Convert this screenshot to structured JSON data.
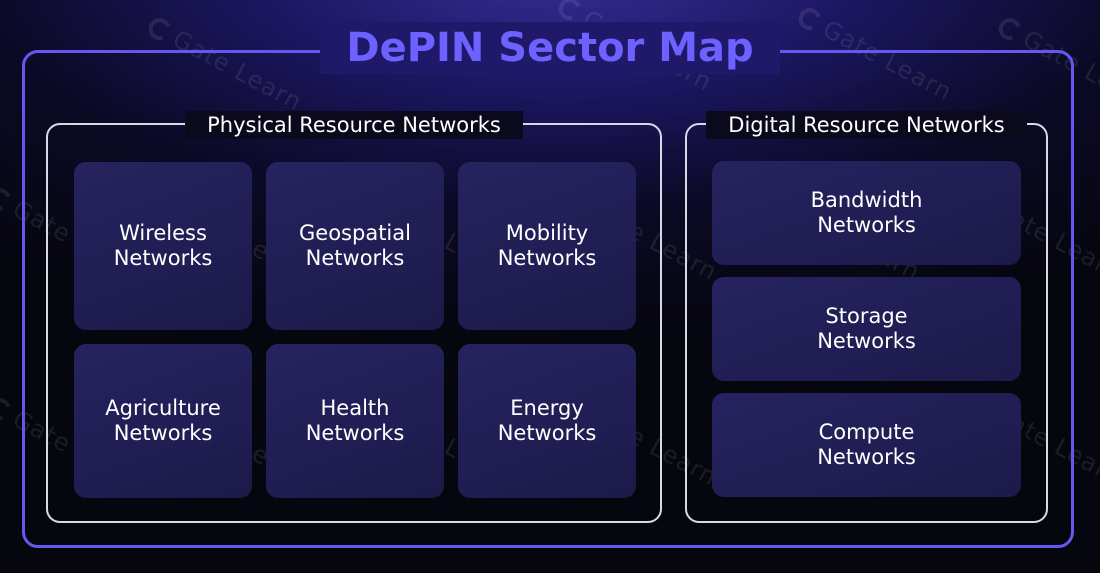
{
  "title": "DePIN Sector Map",
  "watermark": "Gate Learn",
  "colors": {
    "accent": "#6458f0",
    "title": "#6d62ff",
    "tile": "#232058",
    "group_border": "#d9d9e6"
  },
  "groups": {
    "physical": {
      "title": "Physical Resource Networks",
      "tiles": [
        "Wireless\nNetworks",
        "Geospatial\nNetworks",
        "Mobility\nNetworks",
        "Agriculture\nNetworks",
        "Health\nNetworks",
        "Energy\nNetworks"
      ]
    },
    "digital": {
      "title": "Digital Resource Networks",
      "tiles": [
        "Bandwidth\nNetworks",
        "Storage\nNetworks",
        "Compute\nNetworks"
      ]
    }
  }
}
